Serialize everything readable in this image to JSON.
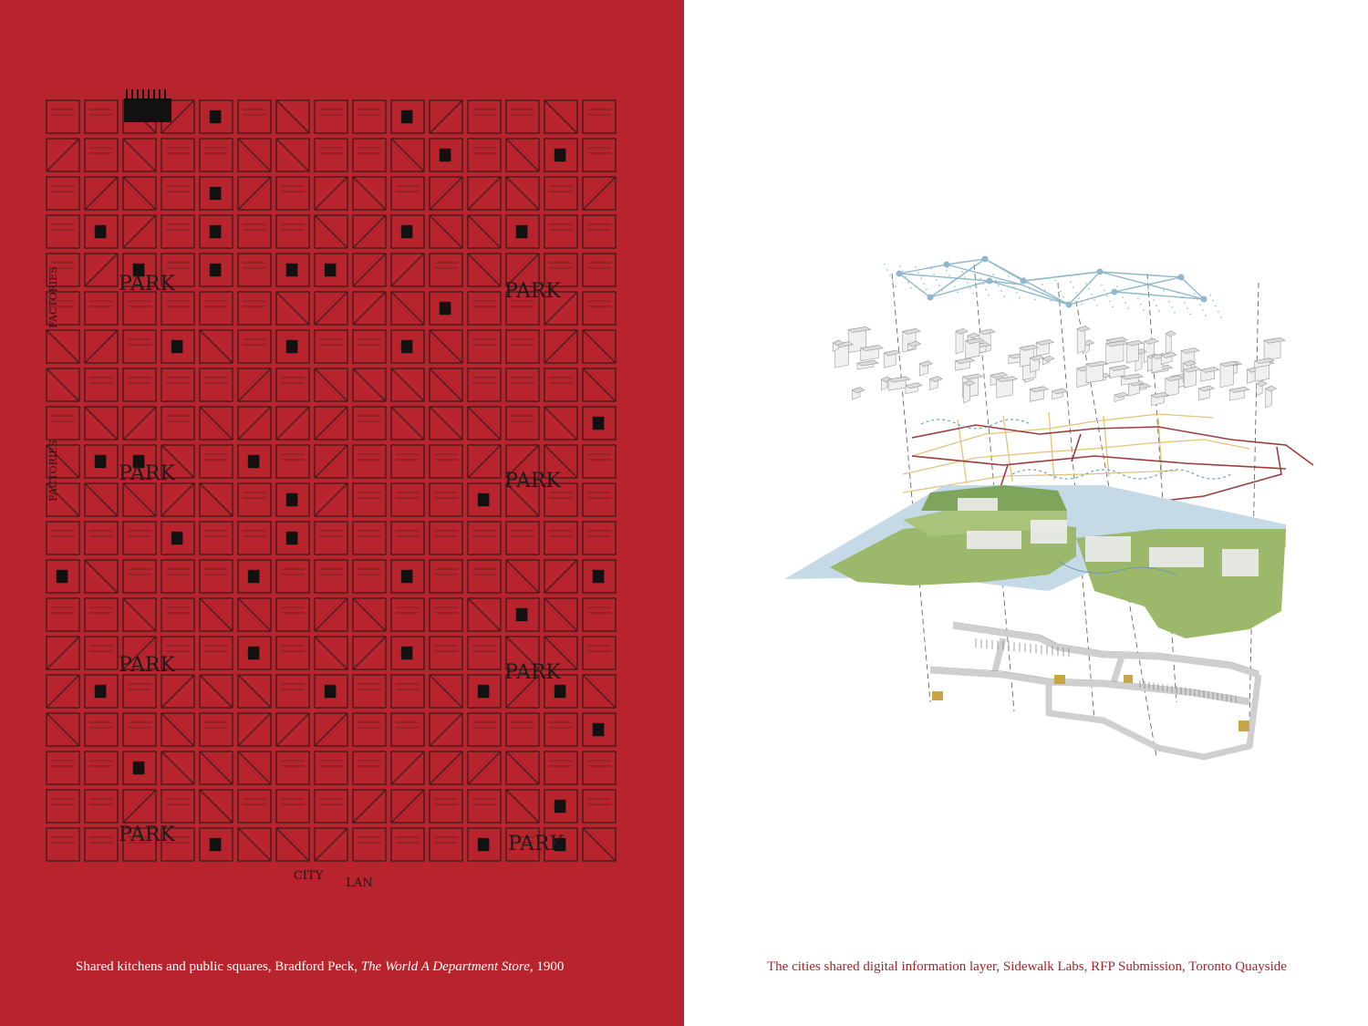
{
  "left": {
    "caption_pre": "Shared kitchens and public squares, Bradford Peck, ",
    "caption_title": "The World A Department Store,",
    "caption_post": " 1900",
    "map_labels": {
      "park": "PARK",
      "city": "CITY",
      "lan": "LAN",
      "factories_a": "FACTORIES",
      "factories_b": "FACTORIES"
    }
  },
  "right": {
    "caption": "The cities shared digital information layer, Sidewalk Labs, RFP Submission, Toronto Quayside"
  },
  "colors": {
    "left_background": "#b7242d",
    "right_caption": "#a3262d",
    "network_blue": "#8fb8cc",
    "ground_green": "#9cb86a",
    "water_blue": "#c5d9e6",
    "road_red": "#9b3c3c",
    "road_orange": "#e0b060"
  }
}
